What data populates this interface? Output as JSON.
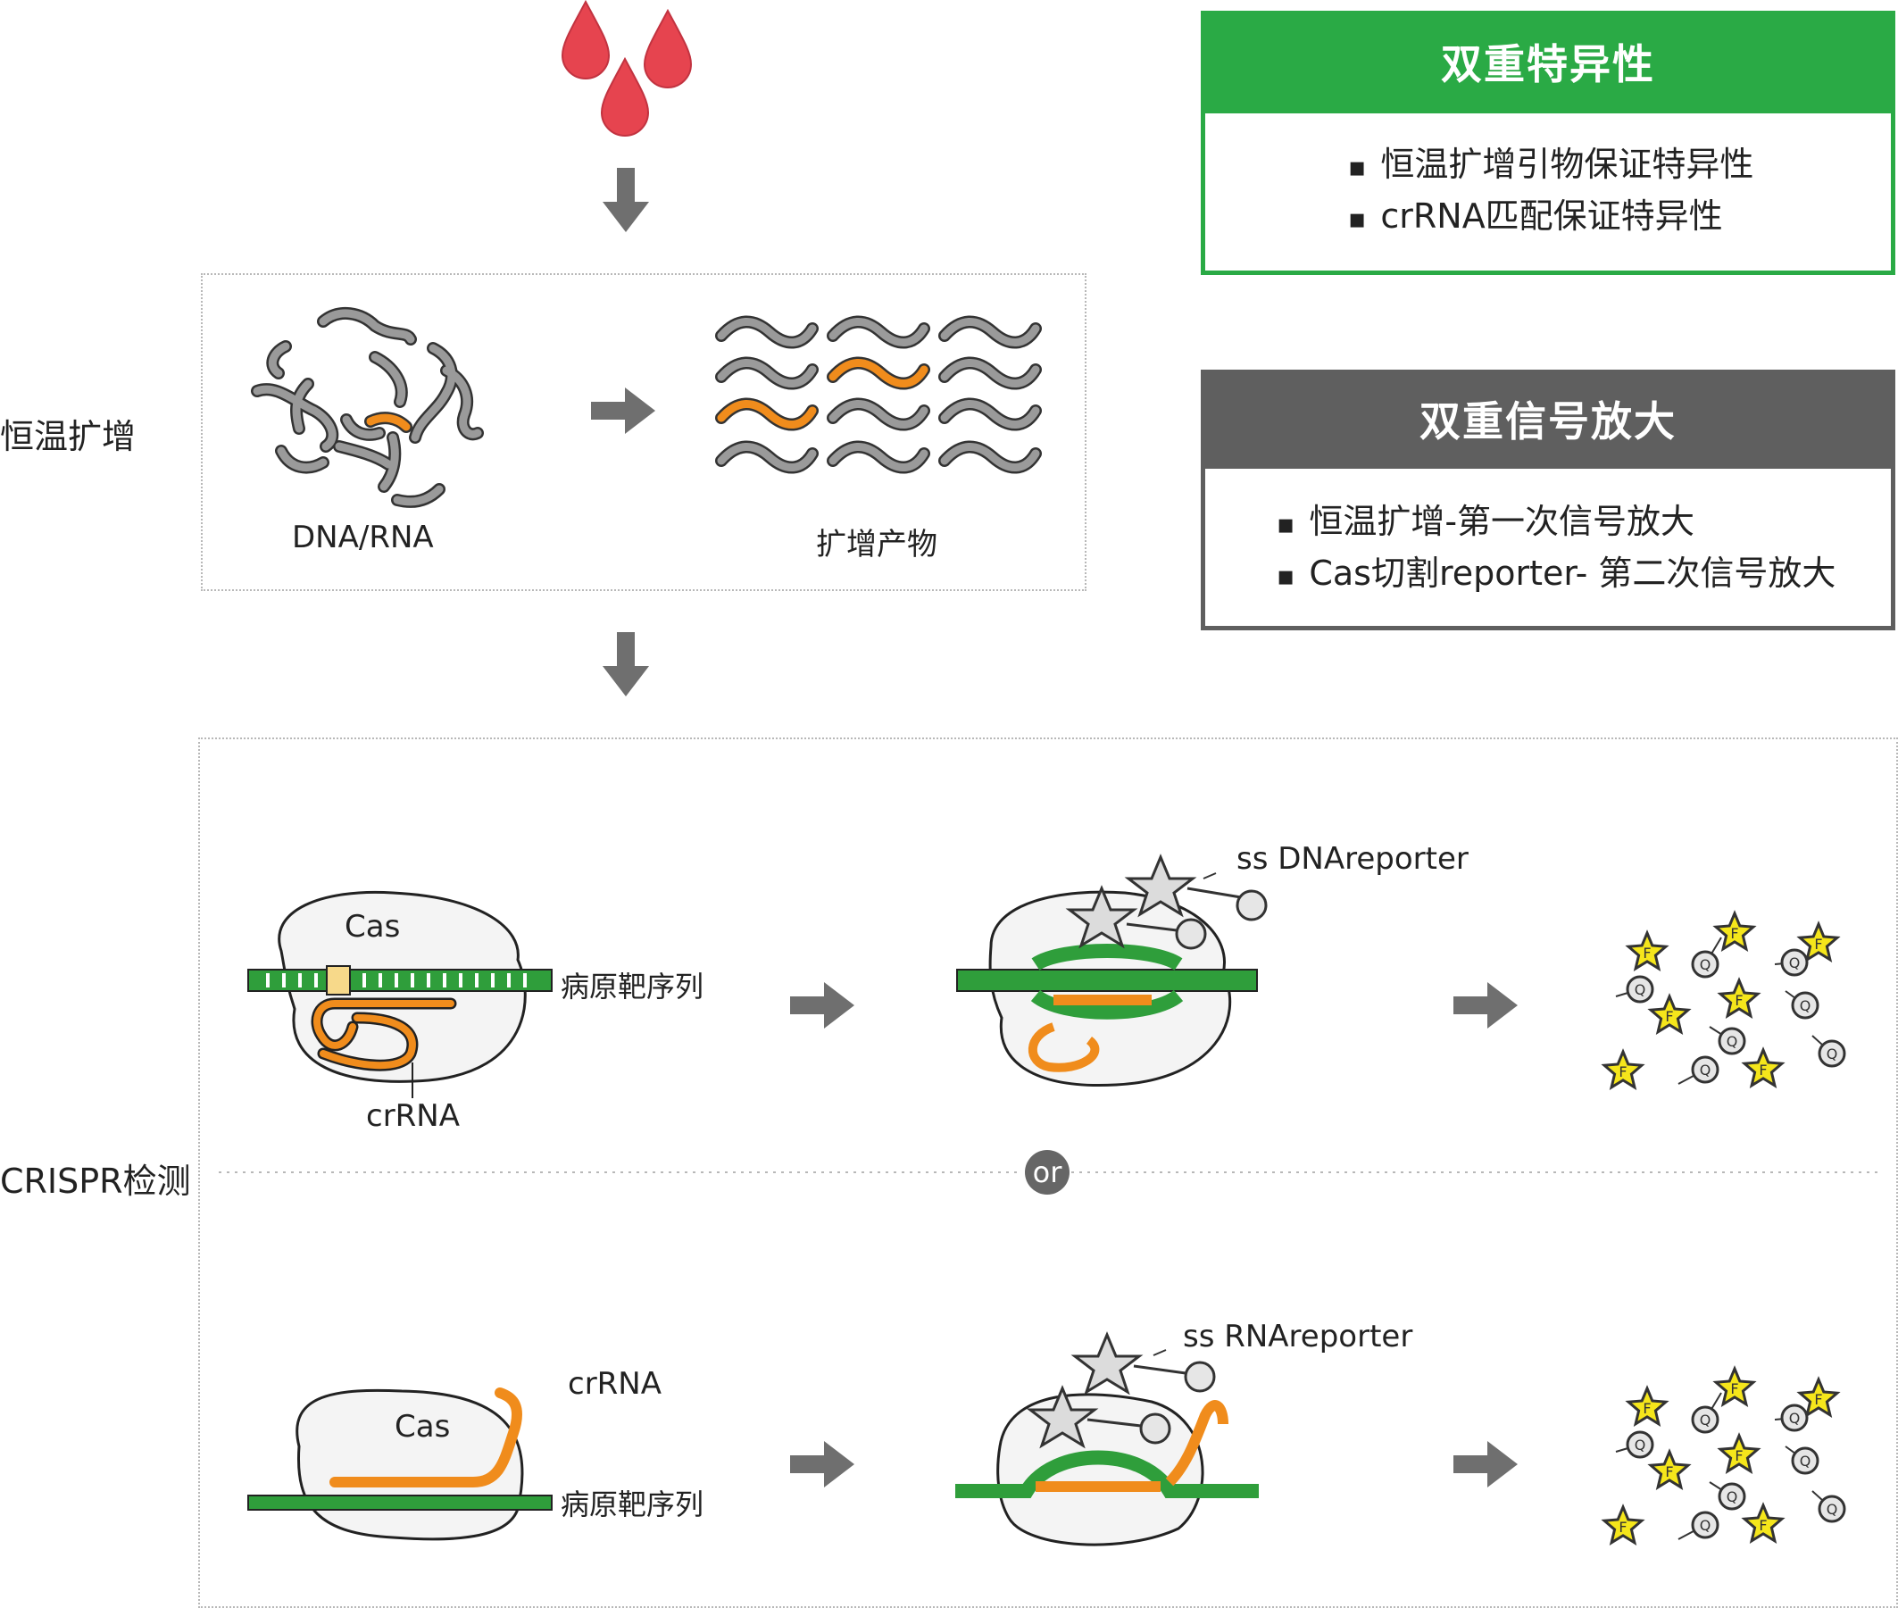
{
  "stages": {
    "amplification": "恒温扩增",
    "crispr": "CRISPR检测"
  },
  "amplification_box": {
    "input_label": "DNA/RNA",
    "output_label": "扩增产物"
  },
  "card_specificity": {
    "title": "双重特异性",
    "items": [
      "恒温扩增引物保证特异性",
      "crRNA匹配保证特异性"
    ],
    "color": "#2aaa45"
  },
  "card_signal": {
    "title": "双重信号放大",
    "items": [
      "恒温扩增-第一次信号放大",
      "Cas切割reporter- 第二次信号放大"
    ],
    "color": "#5f5f5f"
  },
  "dna_path": {
    "cas_label": "Cas",
    "target_label": "病原靶序列",
    "crrna_label": "crRNA",
    "reporter_label": "ss DNAreporter"
  },
  "rna_path": {
    "cas_label": "Cas",
    "target_label": "病原靶序列",
    "crrna_label": "crRNA",
    "reporter_label": "ss RNAreporter"
  },
  "divider_label": "or",
  "fluor": "F",
  "quencher": "Q",
  "colors": {
    "drop": "#e6444f",
    "arrow": "#6f6f6f",
    "strand_green": "#2f9e3b",
    "strand_orange": "#f08c1c",
    "strand_gray": "#9a9a9a",
    "star_yellow": "#f5e61b"
  }
}
